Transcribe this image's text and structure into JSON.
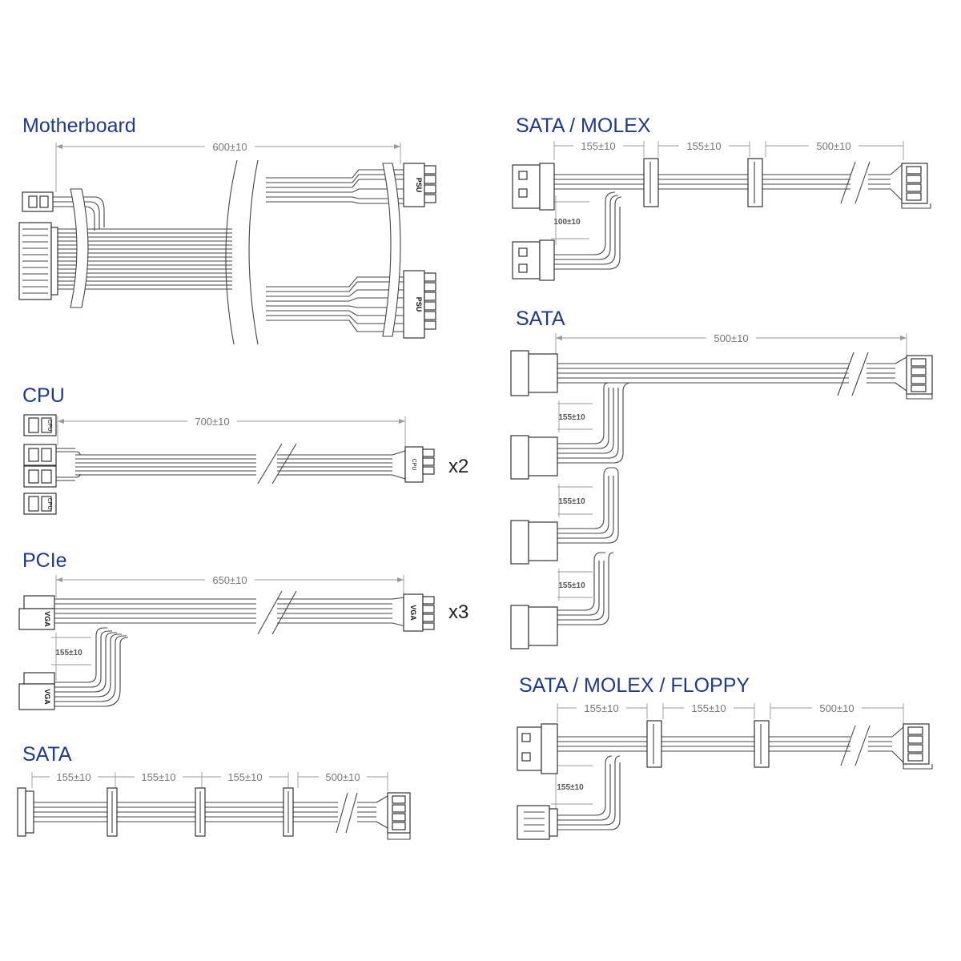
{
  "colors": {
    "title": "#1f3a8a",
    "line": "#444444",
    "dimension": "#777777",
    "background": "#ffffff"
  },
  "sections": {
    "motherboard": {
      "title": "Motherboard",
      "length": "600±10",
      "plug_label_top": "PSU",
      "plug_label_bottom": "PSU"
    },
    "cpu": {
      "title": "CPU",
      "length": "700±10",
      "multiplier": "x2",
      "label_top": "CPU",
      "label_bottom": "CPU",
      "plug_label": "CPU"
    },
    "pcie": {
      "title": "PCIe",
      "length": "650±10",
      "multiplier": "x3",
      "branch": "155±10",
      "label_top": "VGA",
      "label_bottom": "VGA",
      "plug_label": "VGA"
    },
    "sata_left": {
      "title": "SATA",
      "segments": [
        "155±10",
        "155±10",
        "155±10",
        "500±10"
      ]
    },
    "sata_molex": {
      "title": "SATA / MOLEX",
      "segments": [
        "155±10",
        "155±10",
        "500±10"
      ],
      "branch": "100±10"
    },
    "sata_right": {
      "title": "SATA",
      "length": "500±10",
      "branches": [
        "155±10",
        "155±10",
        "155±10"
      ]
    },
    "sata_molex_floppy": {
      "title": "SATA / MOLEX / FLOPPY",
      "segments": [
        "155±10",
        "155±10",
        "500±10"
      ],
      "branch": "155±10"
    }
  }
}
